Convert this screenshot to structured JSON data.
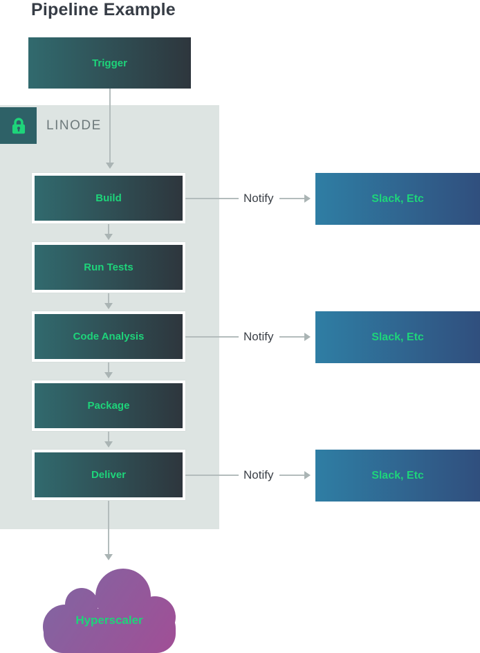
{
  "title": "Pipeline Example",
  "trigger": {
    "label": "Trigger"
  },
  "container": {
    "label": "LINODE",
    "icon": "lock-icon"
  },
  "pipeline": {
    "steps": [
      {
        "label": "Build",
        "notify": true
      },
      {
        "label": "Run Tests",
        "notify": false
      },
      {
        "label": "Code Analysis",
        "notify": true
      },
      {
        "label": "Package",
        "notify": false
      },
      {
        "label": "Deliver",
        "notify": true
      }
    ]
  },
  "notify": {
    "label": "Notify",
    "target": "Slack, Etc"
  },
  "cloud": {
    "label": "Hyperscaler"
  },
  "colors": {
    "node_gradient_start": "#316a6e",
    "node_gradient_end": "#2e363d",
    "notify_gradient_start": "#2f7ea4",
    "notify_gradient_end": "#304f7e",
    "cloud_gradient_start": "#8066a2",
    "cloud_gradient_end": "#a04f96",
    "accent_green": "#1ed47a",
    "container_bg": "#dde4e2",
    "lock_badge_bg": "#2e6167",
    "arrow_gray": "#b3bcbc",
    "title_text": "#363c45",
    "linode_text": "#6d797b"
  }
}
